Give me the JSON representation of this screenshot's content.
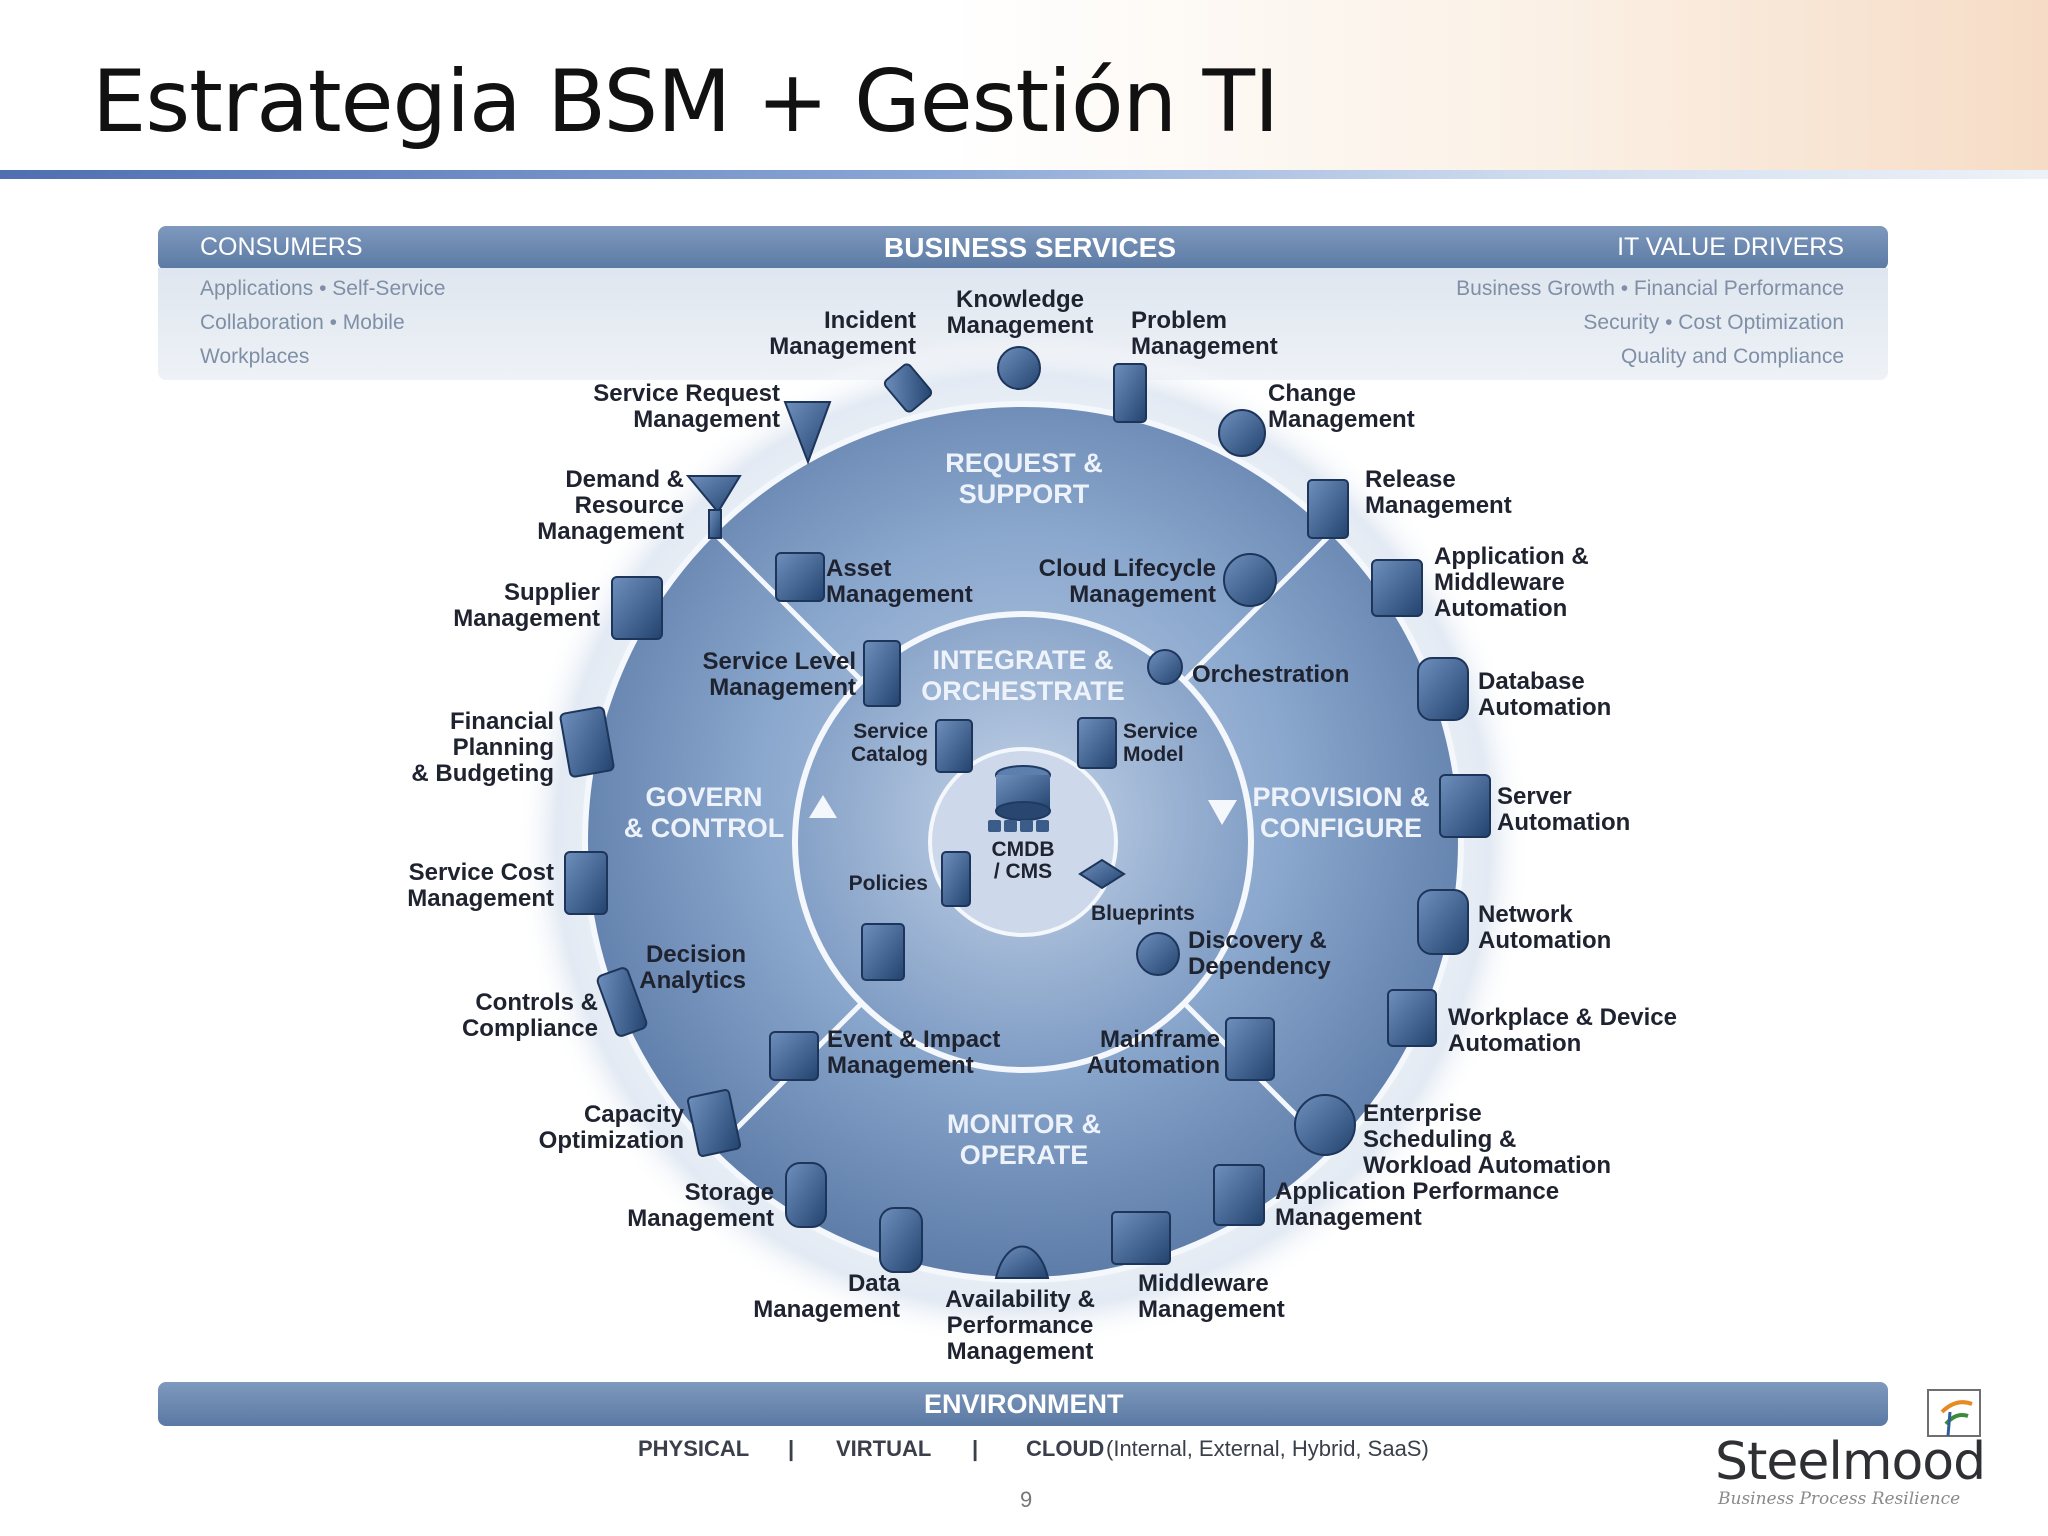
{
  "slide": {
    "title": "Estrategia BSM + Gestión TI",
    "page_number": "9"
  },
  "top_band": {
    "consumers_title": "CONSUMERS",
    "consumers_items": [
      "Applications  •  Self-Service",
      "Collaboration  •  Mobile",
      "Workplaces"
    ],
    "center_title": "BUSINESS SERVICES",
    "drivers_title": "IT VALUE DRIVERS",
    "drivers_items": [
      "Business Growth  •  Financial Performance",
      "Security  •  Cost Optimization",
      "Quality and Compliance"
    ]
  },
  "sections": {
    "request_support": "REQUEST &\nSUPPORT",
    "integrate_orchestrate": "INTEGRATE &\nORCHESTRATE",
    "govern_control": "GOVERN\n& CONTROL",
    "provision_configure": "PROVISION &\nCONFIGURE",
    "monitor_operate": "MONITOR &\nOPERATE"
  },
  "labels": {
    "incident": "Incident\nManagement",
    "knowledge": "Knowledge\nManagement",
    "problem": "Problem\nManagement",
    "service_request": "Service Request\nManagement",
    "change": "Change\nManagement",
    "demand": "Demand &\nResource\nManagement",
    "release": "Release\nManagement",
    "supplier": "Supplier\nManagement",
    "asset": "Asset\nManagement",
    "cloud_lifecycle": "Cloud Lifecycle\nManagement",
    "app_middleware_automation": "Application &\nMiddleware\nAutomation",
    "service_level": "Service Level\nManagement",
    "orchestration": "Orchestration",
    "database_automation": "Database\nAutomation",
    "financial": "Financial\nPlanning\n& Budgeting",
    "service_catalog": "Service\nCatalog",
    "service_model": "Service\nModel",
    "server_automation": "Server\nAutomation",
    "service_cost": "Service Cost\nManagement",
    "policies": "Policies",
    "cmdb": "CMDB\n/ CMS",
    "blueprints": "Blueprints",
    "network_automation": "Network\nAutomation",
    "decision_analytics": "Decision\nAnalytics",
    "discovery": "Discovery &\nDependency",
    "controls": "Controls &\nCompliance",
    "workplace": "Workplace & Device\nAutomation",
    "event_impact": "Event & Impact\nManagement",
    "mainframe": "Mainframe\nAutomation",
    "capacity": "Capacity\nOptimization",
    "enterprise_scheduling": "Enterprise\nScheduling &\nWorkload Automation",
    "storage": "Storage\nManagement",
    "app_performance": "Application Performance\nManagement",
    "data": "Data\nManagement",
    "availability": "Availability &\nPerformance\nManagement",
    "middleware": "Middleware\nManagement"
  },
  "environment": {
    "title": "ENVIRONMENT",
    "physical": "PHYSICAL",
    "virtual": "VIRTUAL",
    "cloud": "CLOUD",
    "cloud_detail": "(Internal, External, Hybrid, SaaS)",
    "separator": "|"
  },
  "logo": {
    "name": "Steelmood",
    "tagline": "Business Process Resilience"
  },
  "colors": {
    "band": "#6b86ad",
    "disc_outer": "#7f9cc3",
    "disc_inner": "#5f7fab",
    "icon": "#2e4f7d"
  }
}
